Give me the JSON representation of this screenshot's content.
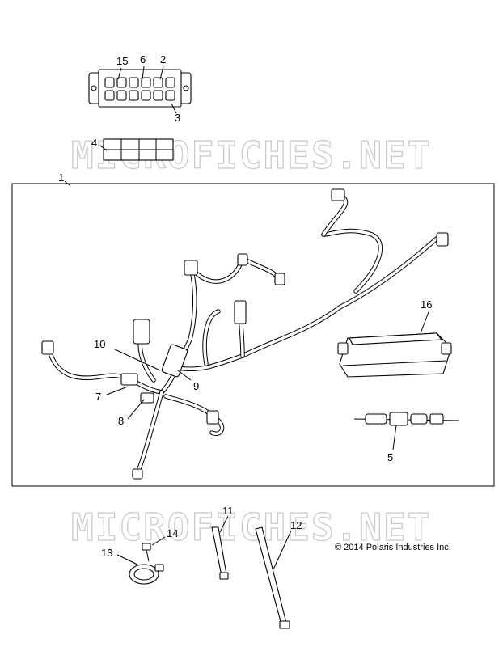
{
  "watermark": "MICROFICHES.NET",
  "copyright": "© 2014 Polaris Industries Inc.",
  "callouts": {
    "c1": "1",
    "c2": "2",
    "c3": "3",
    "c4": "4",
    "c5": "5",
    "c6": "6",
    "c7": "7",
    "c8": "8",
    "c9": "9",
    "c10": "10",
    "c11": "11",
    "c12": "12",
    "c13": "13",
    "c14": "14",
    "c15": "15",
    "c16": "16"
  }
}
